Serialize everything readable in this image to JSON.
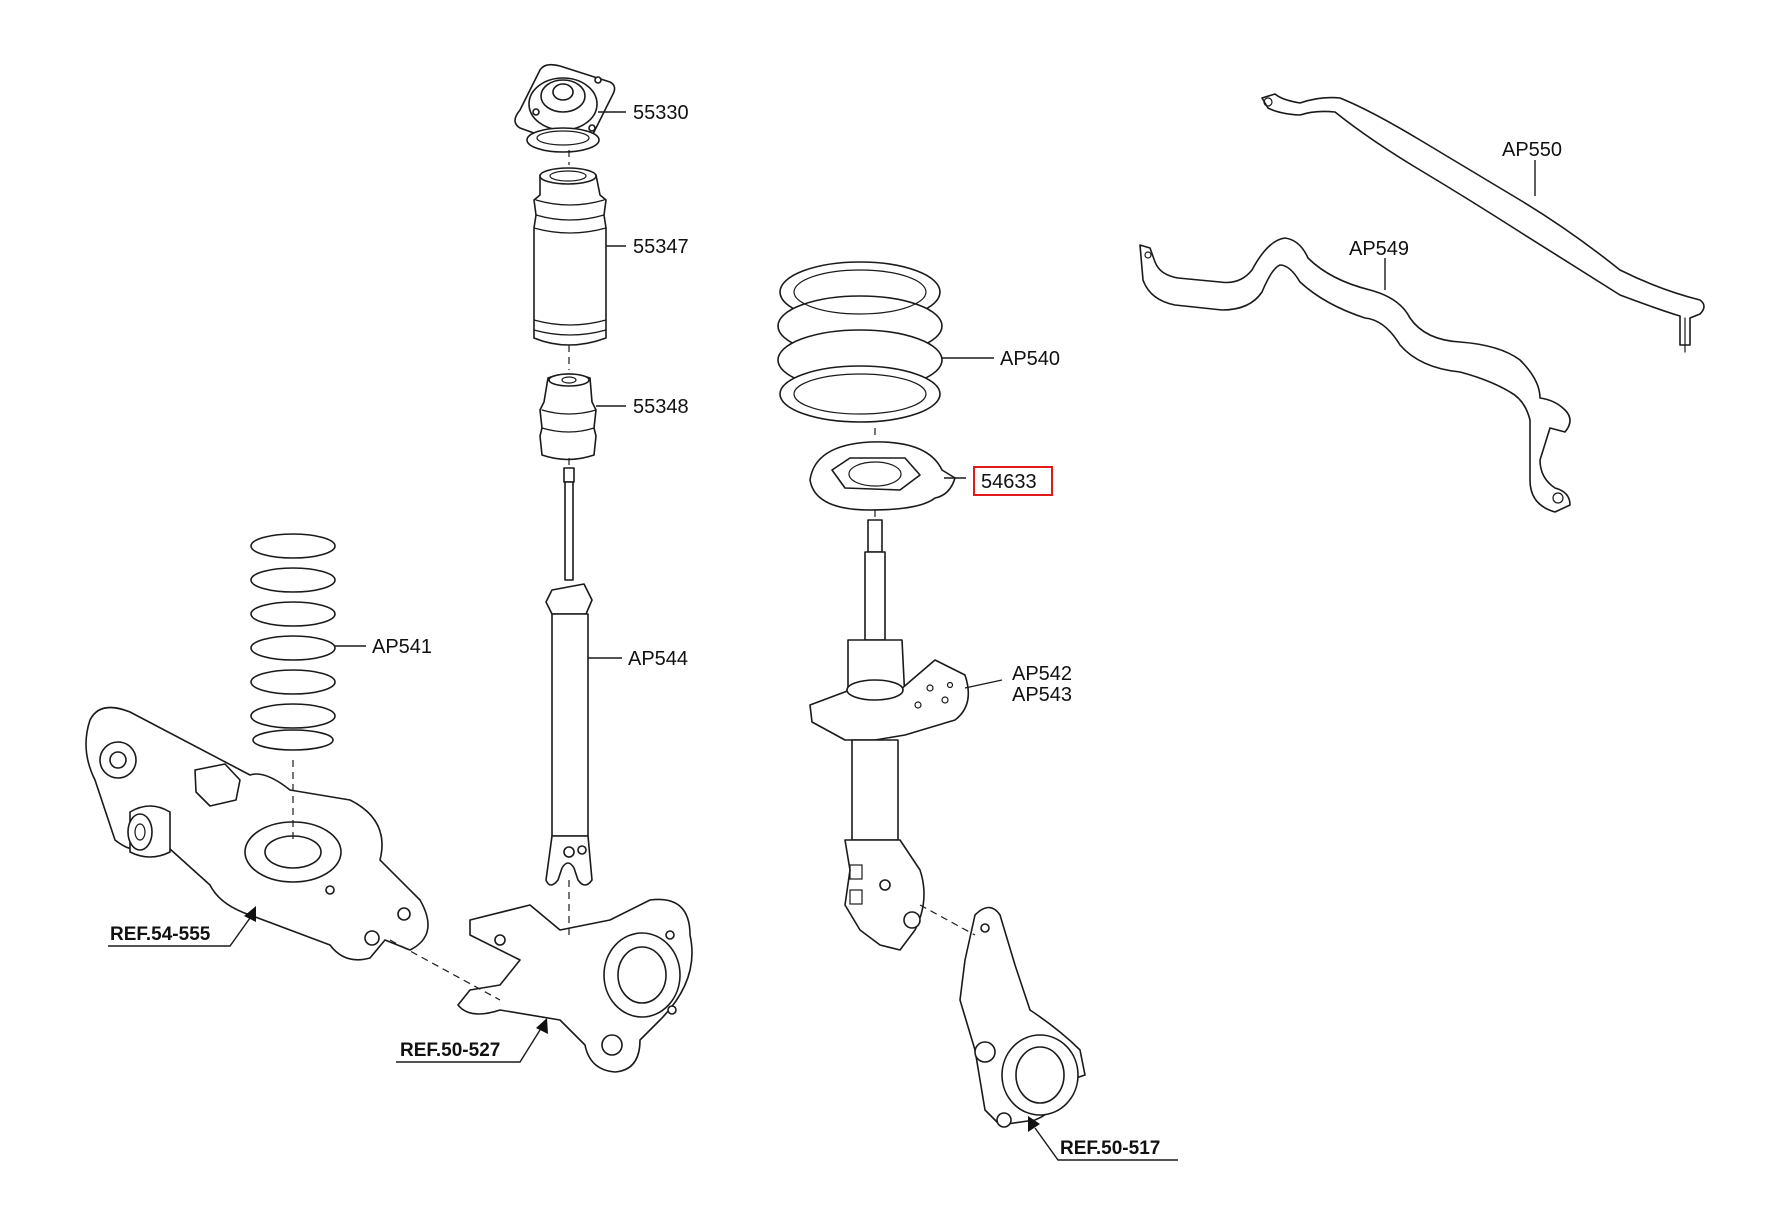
{
  "labels": {
    "p55330": "55330",
    "p55347": "55347",
    "p55348": "55348",
    "pAP544": "AP544",
    "pAP541": "AP541",
    "pAP540": "AP540",
    "p54633": "54633",
    "pAP542": "AP542",
    "pAP543": "AP543",
    "pAP550": "AP550",
    "pAP549": "AP549"
  },
  "refs": {
    "r54555": "REF.54-555",
    "r50527": "REF.50-527",
    "r50517": "REF.50-517"
  },
  "highlight": {
    "part": "54633",
    "color": "#e01a1a"
  }
}
